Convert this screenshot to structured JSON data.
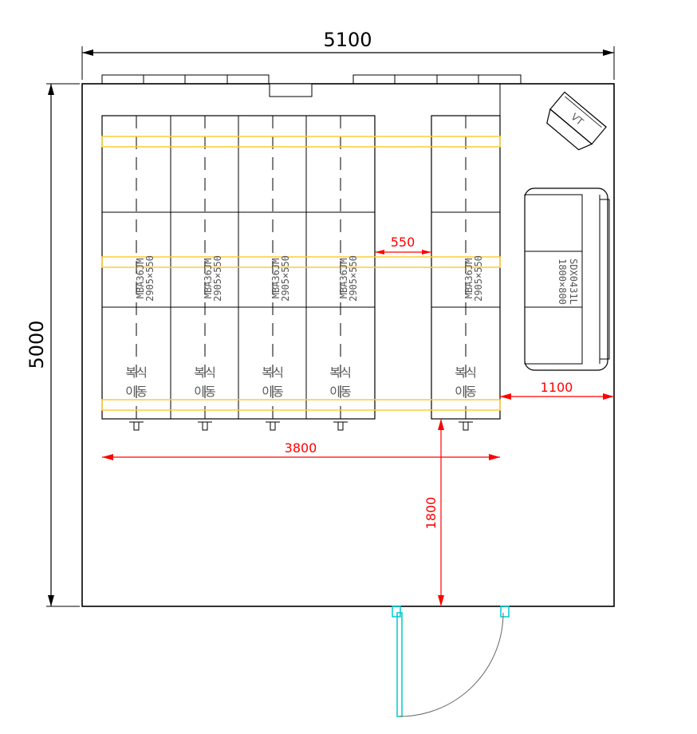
{
  "dimensions": {
    "overall_width": "5100",
    "overall_depth": "5000",
    "aisle_gap": "550",
    "row_length": "3800",
    "door_clearance": "1800",
    "side_gap": "1100"
  },
  "shelf_units": [
    {
      "model": "MBA36JM",
      "size": "2905×550",
      "type_line1": "복식",
      "type_line2": "이동"
    },
    {
      "model": "MBA36JM",
      "size": "2905×550",
      "type_line1": "복식",
      "type_line2": "이동"
    },
    {
      "model": "MBA36JM",
      "size": "2905×550",
      "type_line1": "복식",
      "type_line2": "이동"
    },
    {
      "model": "MBA36JM",
      "size": "2905×550",
      "type_line1": "복식",
      "type_line2": "이동"
    },
    {
      "model": "MBA36JM",
      "size": "2905×550",
      "type_line1": "복식",
      "type_line2": "이동"
    }
  ],
  "sofa": {
    "model": "SDX0431L",
    "size": "1800×800"
  },
  "tv": {
    "label": "VT"
  },
  "colors": {
    "lines": "#000000",
    "dimension": "#ff0000",
    "rails": "#ffcc33",
    "door": "#00cccc",
    "text": "#555555"
  }
}
